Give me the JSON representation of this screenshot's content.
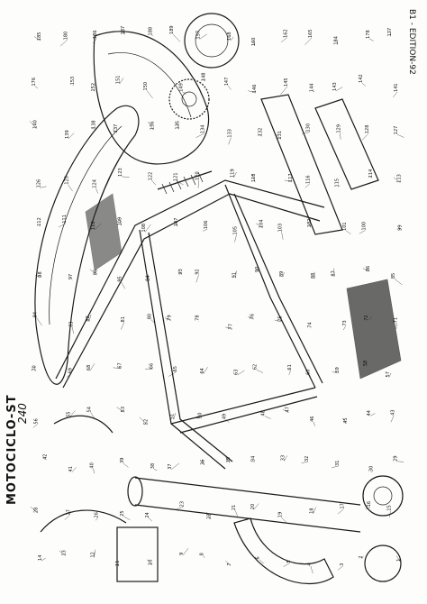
{
  "sheet": {
    "title": "MOTOCICLO-ST",
    "page_number": "240",
    "edition_note": "B1 - EDITION-92"
  },
  "callouts": [
    {
      "label": "185"
    },
    {
      "label": "180"
    },
    {
      "label": "186"
    },
    {
      "label": "187"
    },
    {
      "label": "188"
    },
    {
      "label": "189"
    },
    {
      "label": "157"
    },
    {
      "label": "168"
    },
    {
      "label": "160"
    },
    {
      "label": "162"
    },
    {
      "label": "165"
    },
    {
      "label": "184"
    },
    {
      "label": "178"
    },
    {
      "label": "177"
    },
    {
      "label": "176"
    },
    {
      "label": "153"
    },
    {
      "label": "152"
    },
    {
      "label": "151"
    },
    {
      "label": "150"
    },
    {
      "label": "149"
    },
    {
      "label": "148"
    },
    {
      "label": "147"
    },
    {
      "label": "146"
    },
    {
      "label": "145"
    },
    {
      "label": "144"
    },
    {
      "label": "143"
    },
    {
      "label": "142"
    },
    {
      "label": "141"
    },
    {
      "label": "140"
    },
    {
      "label": "139"
    },
    {
      "label": "138"
    },
    {
      "label": "137"
    },
    {
      "label": "136"
    },
    {
      "label": "135"
    },
    {
      "label": "134"
    },
    {
      "label": "133"
    },
    {
      "label": "132"
    },
    {
      "label": "131"
    },
    {
      "label": "130"
    },
    {
      "label": "129"
    },
    {
      "label": "128"
    },
    {
      "label": "127"
    },
    {
      "label": "126"
    },
    {
      "label": "125"
    },
    {
      "label": "124"
    },
    {
      "label": "123"
    },
    {
      "label": "122"
    },
    {
      "label": "121"
    },
    {
      "label": "120"
    },
    {
      "label": "119"
    },
    {
      "label": "118"
    },
    {
      "label": "117"
    },
    {
      "label": "116"
    },
    {
      "label": "115"
    },
    {
      "label": "114"
    },
    {
      "label": "113"
    },
    {
      "label": "112"
    },
    {
      "label": "111"
    },
    {
      "label": "110"
    },
    {
      "label": "109"
    },
    {
      "label": "108"
    },
    {
      "label": "107"
    },
    {
      "label": "106"
    },
    {
      "label": "105"
    },
    {
      "label": "104"
    },
    {
      "label": "103"
    },
    {
      "label": "102"
    },
    {
      "label": "101"
    },
    {
      "label": "100"
    },
    {
      "label": "99"
    },
    {
      "label": "98"
    },
    {
      "label": "97"
    },
    {
      "label": "96"
    },
    {
      "label": "95"
    },
    {
      "label": "94"
    },
    {
      "label": "93"
    },
    {
      "label": "92"
    },
    {
      "label": "91"
    },
    {
      "label": "90"
    },
    {
      "label": "89"
    },
    {
      "label": "88"
    },
    {
      "label": "87"
    },
    {
      "label": "86"
    },
    {
      "label": "85"
    },
    {
      "label": "84"
    },
    {
      "label": "83"
    },
    {
      "label": "82"
    },
    {
      "label": "81"
    },
    {
      "label": "80"
    },
    {
      "label": "79"
    },
    {
      "label": "78"
    },
    {
      "label": "77"
    },
    {
      "label": "76"
    },
    {
      "label": "75"
    },
    {
      "label": "74"
    },
    {
      "label": "73"
    },
    {
      "label": "72"
    },
    {
      "label": "71"
    },
    {
      "label": "70"
    },
    {
      "label": "69"
    },
    {
      "label": "68"
    },
    {
      "label": "67"
    },
    {
      "label": "66"
    },
    {
      "label": "65"
    },
    {
      "label": "64"
    },
    {
      "label": "63"
    },
    {
      "label": "62"
    },
    {
      "label": "61"
    },
    {
      "label": "60"
    },
    {
      "label": "59"
    },
    {
      "label": "58"
    },
    {
      "label": "57"
    },
    {
      "label": "56"
    },
    {
      "label": "55"
    },
    {
      "label": "54"
    },
    {
      "label": "53"
    },
    {
      "label": "52"
    },
    {
      "label": "51"
    },
    {
      "label": "50"
    },
    {
      "label": "49"
    },
    {
      "label": "48"
    },
    {
      "label": "47"
    },
    {
      "label": "46"
    },
    {
      "label": "45"
    },
    {
      "label": "44"
    },
    {
      "label": "43"
    },
    {
      "label": "42"
    },
    {
      "label": "41"
    },
    {
      "label": "40"
    },
    {
      "label": "39"
    },
    {
      "label": "38"
    },
    {
      "label": "37"
    },
    {
      "label": "36"
    },
    {
      "label": "35"
    },
    {
      "label": "34"
    },
    {
      "label": "33"
    },
    {
      "label": "32"
    },
    {
      "label": "31"
    },
    {
      "label": "30"
    },
    {
      "label": "29"
    },
    {
      "label": "28"
    },
    {
      "label": "27"
    },
    {
      "label": "26"
    },
    {
      "label": "25"
    },
    {
      "label": "24"
    },
    {
      "label": "23"
    },
    {
      "label": "22"
    },
    {
      "label": "21"
    },
    {
      "label": "20"
    },
    {
      "label": "19"
    },
    {
      "label": "18"
    },
    {
      "label": "17"
    },
    {
      "label": "16"
    },
    {
      "label": "15"
    },
    {
      "label": "14"
    },
    {
      "label": "13"
    },
    {
      "label": "12"
    },
    {
      "label": "11"
    },
    {
      "label": "10"
    },
    {
      "label": "9"
    },
    {
      "label": "8"
    },
    {
      "label": "7"
    },
    {
      "label": "6"
    },
    {
      "label": "5"
    },
    {
      "label": "4"
    },
    {
      "label": "3"
    },
    {
      "label": "2"
    },
    {
      "label": "1"
    }
  ]
}
